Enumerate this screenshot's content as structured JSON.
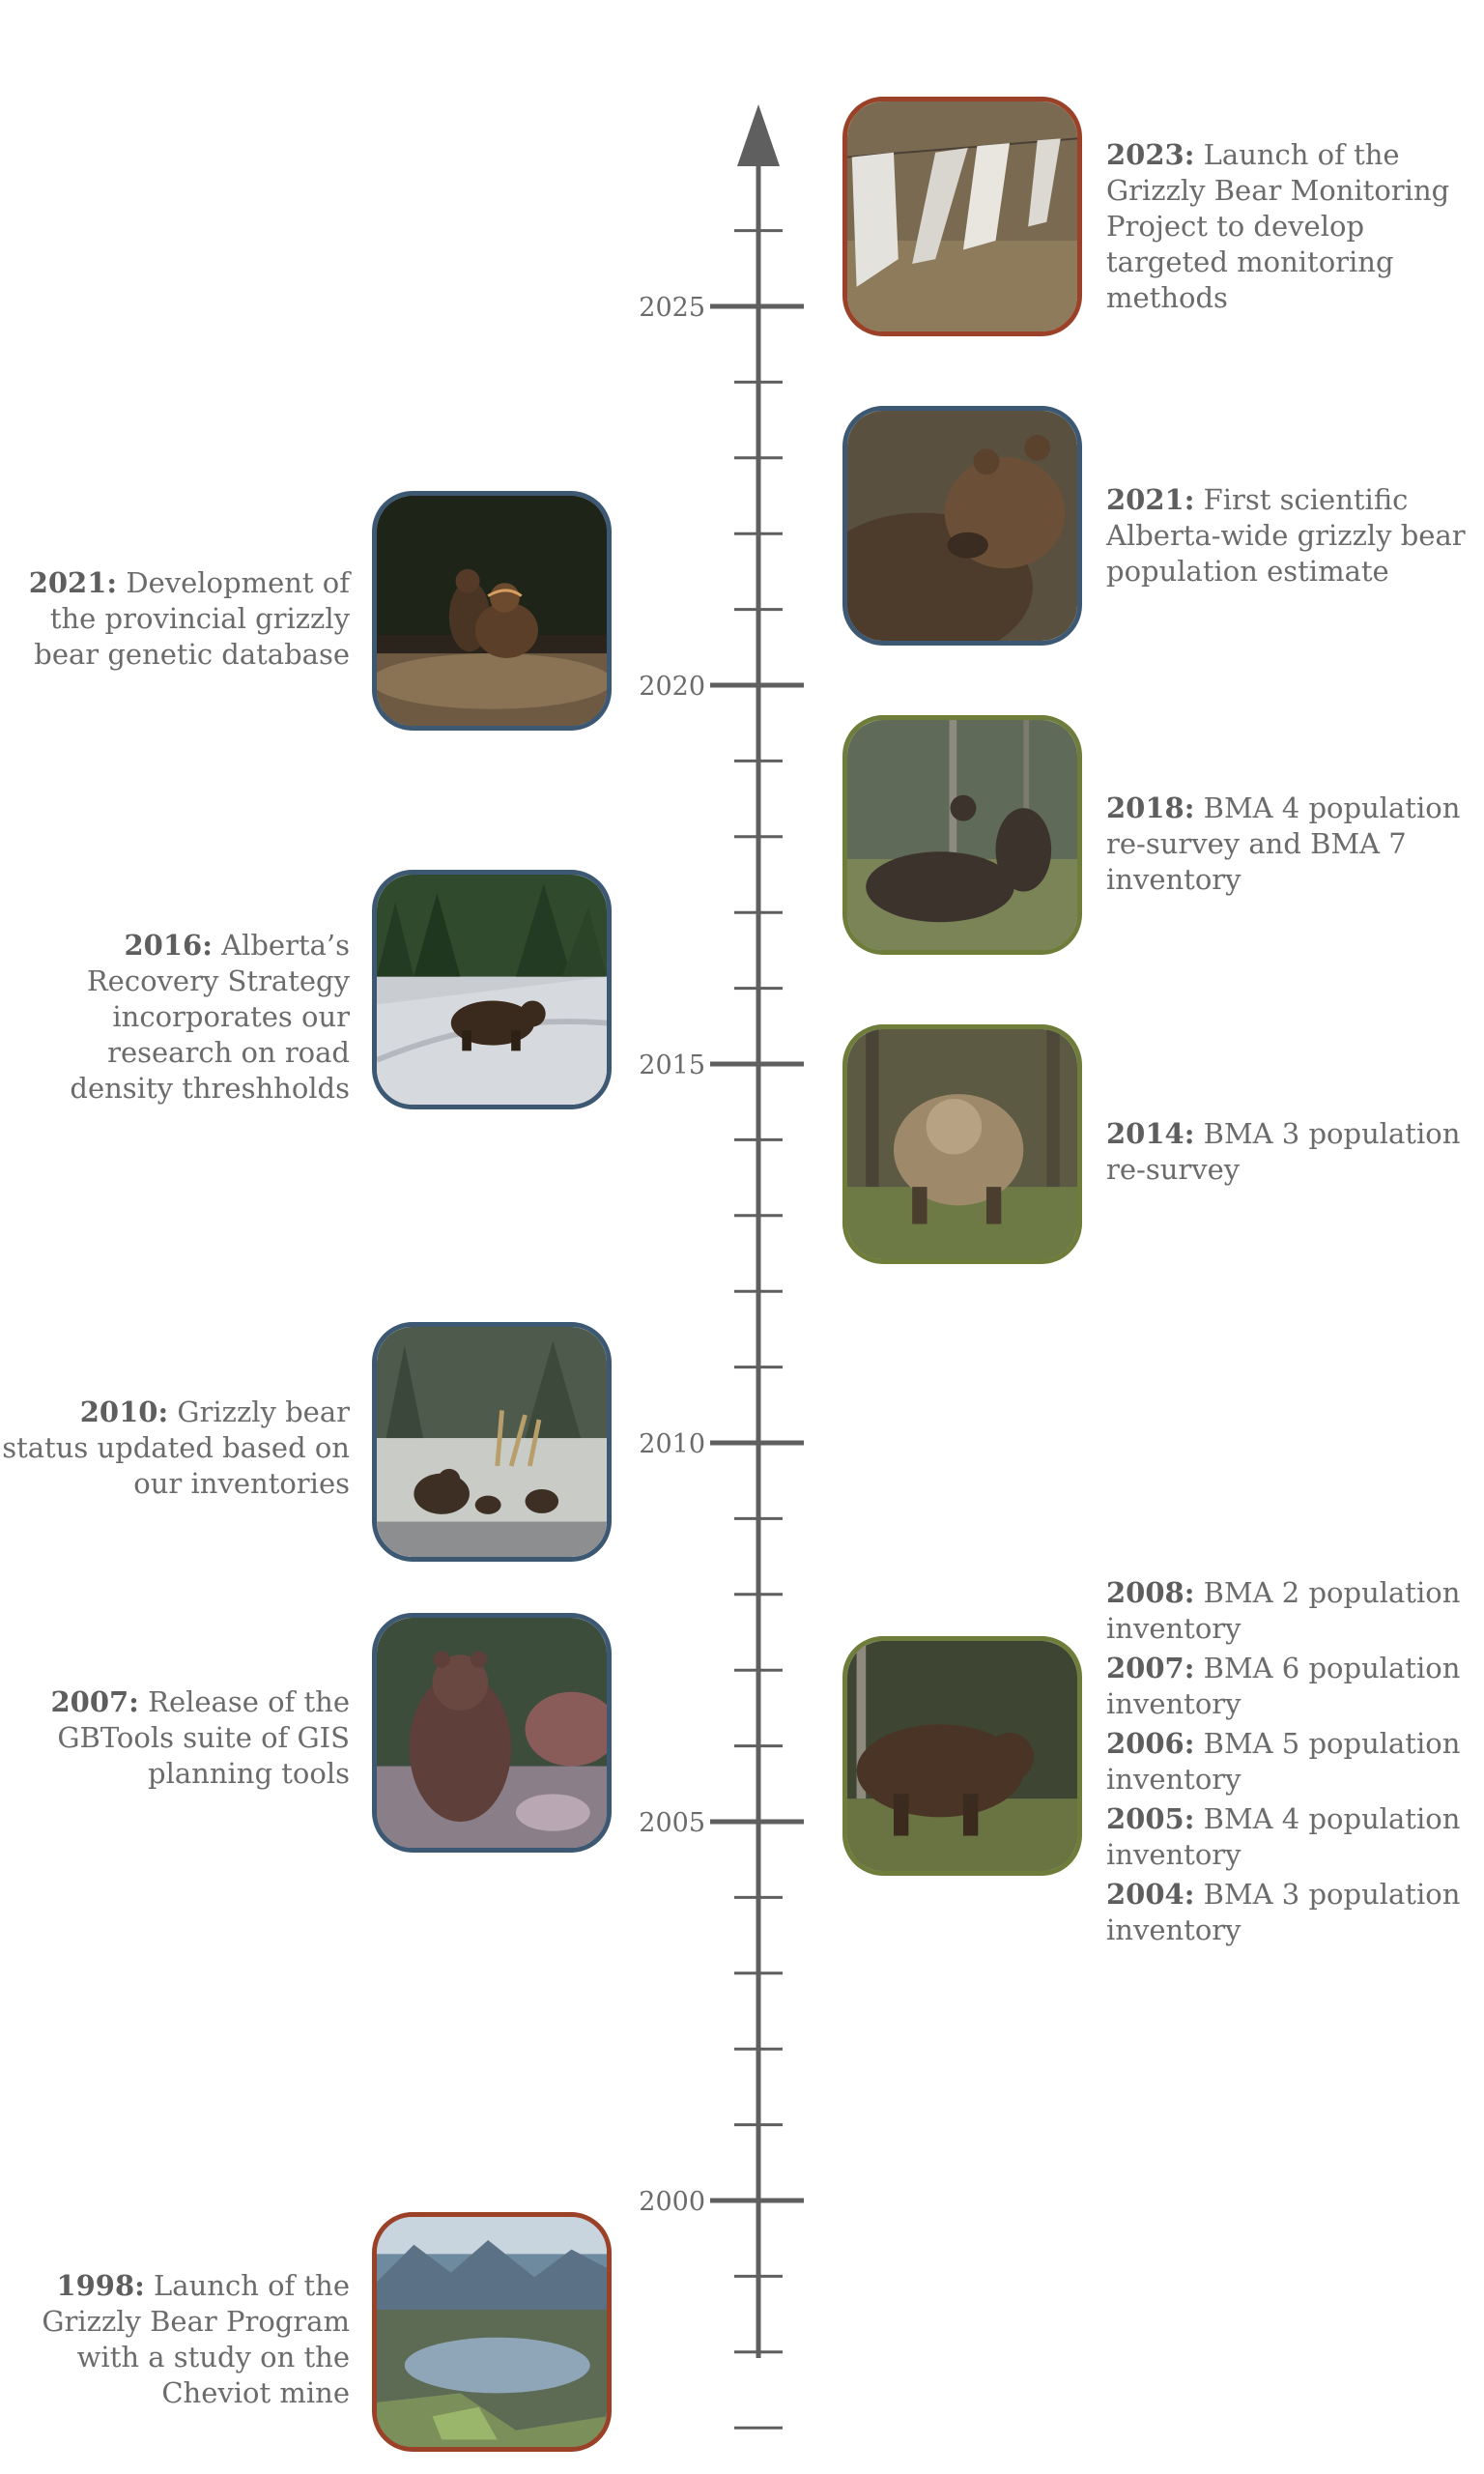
{
  "axis": {
    "tick_labels": [
      "2025",
      "2020",
      "2015",
      "2010",
      "2005",
      "2000"
    ]
  },
  "events_left": [
    {
      "year": "2021:",
      "text": "Development of the provincial grizzly bear genetic database",
      "image": "two bears backlit in forest clearing"
    },
    {
      "year": "2016:",
      "text": "Alberta’s Recovery Strategy incorporates our research on road density threshholds",
      "image": "bear crossing snowy road"
    },
    {
      "year": "2010:",
      "text": "Grizzly bear status updated based on our inventories",
      "image": "sow with cubs in frosty meadow"
    },
    {
      "year": "2007:",
      "text": "Release of the GBTools suite of GIS planning tools",
      "image": "grizzly bears in autumn shrubs"
    },
    {
      "year": "1998:",
      "text": "Launch of the Grizzly Bear Program with a study on the Cheviot mine",
      "image": "aerial view of mine pit lake and mountains"
    }
  ],
  "events_right": [
    {
      "year": "2023:",
      "text": "Launch of the Grizzly Bear Monitoring Project to develop targeted monitoring methods",
      "image": "hair snag tags on barbed wire"
    },
    {
      "year": "2021:",
      "text": "First scientific Alberta-wide grizzly bear population estimate",
      "image": "grizzly bear close-up"
    },
    {
      "year": "2018:",
      "text": "BMA 4 population re-survey and BMA 7 inventory",
      "image": "bears rubbing on tree trail camera"
    },
    {
      "year": "2014:",
      "text": "BMA 3 population re-survey",
      "image": "blond bear trail camera"
    },
    {
      "year": "",
      "text": "",
      "image": "bear at rub tree in forest",
      "entries": [
        {
          "year": "2008:",
          "text": "BMA 2 population inventory"
        },
        {
          "year": "2007:",
          "text": "BMA 6 population inventory"
        },
        {
          "year": "2006:",
          "text": "BMA 5 population inventory"
        },
        {
          "year": "2005:",
          "text": "BMA 4 population inventory"
        },
        {
          "year": "2004:",
          "text": "BMA 3 population inventory"
        }
      ]
    }
  ],
  "colors": {
    "axis": "#5f5f5f",
    "frame_blue": "#3c5872",
    "frame_green": "#6f7d3a",
    "frame_red": "#9a4128",
    "text": "#6b6b6b"
  }
}
